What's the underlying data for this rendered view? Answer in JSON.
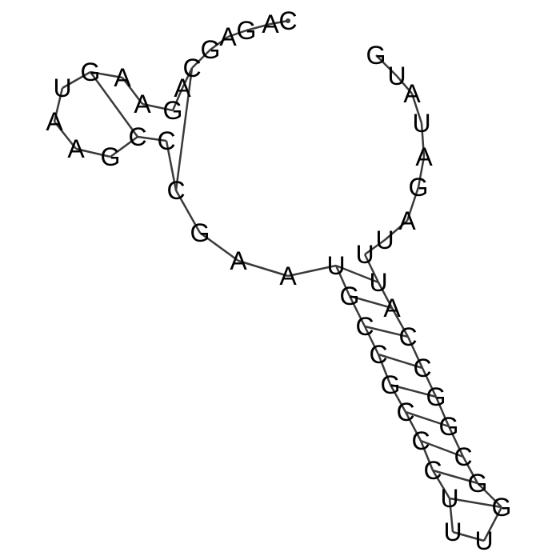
{
  "structure": {
    "sequence": [
      "C",
      "A",
      "G",
      "A",
      "G",
      "C",
      "A",
      "G",
      "A",
      "A",
      "G",
      "U",
      "A",
      "A",
      "G",
      "C",
      "C",
      "C",
      "G",
      "A",
      "A",
      "U",
      "G",
      "C",
      "C",
      "G",
      "C",
      "C",
      "C",
      "U",
      "U",
      "U",
      "G",
      "G",
      "C",
      "G",
      "G",
      "C",
      "C",
      "A",
      "U",
      "U",
      "U",
      "A",
      "G",
      "A",
      "U",
      "A",
      "U",
      "G"
    ],
    "base_pairs": [
      [
        10,
        15
      ],
      [
        5,
        17
      ],
      [
        21,
        40
      ],
      [
        22,
        39
      ],
      [
        23,
        38
      ],
      [
        24,
        37
      ],
      [
        25,
        36
      ],
      [
        26,
        35
      ],
      [
        27,
        34
      ],
      [
        28,
        33
      ],
      [
        29,
        32
      ]
    ],
    "five_prime_marker": true
  },
  "colors": {
    "backbone": "#3a3a3a",
    "letters": "#000000",
    "background": "#ffffff"
  }
}
